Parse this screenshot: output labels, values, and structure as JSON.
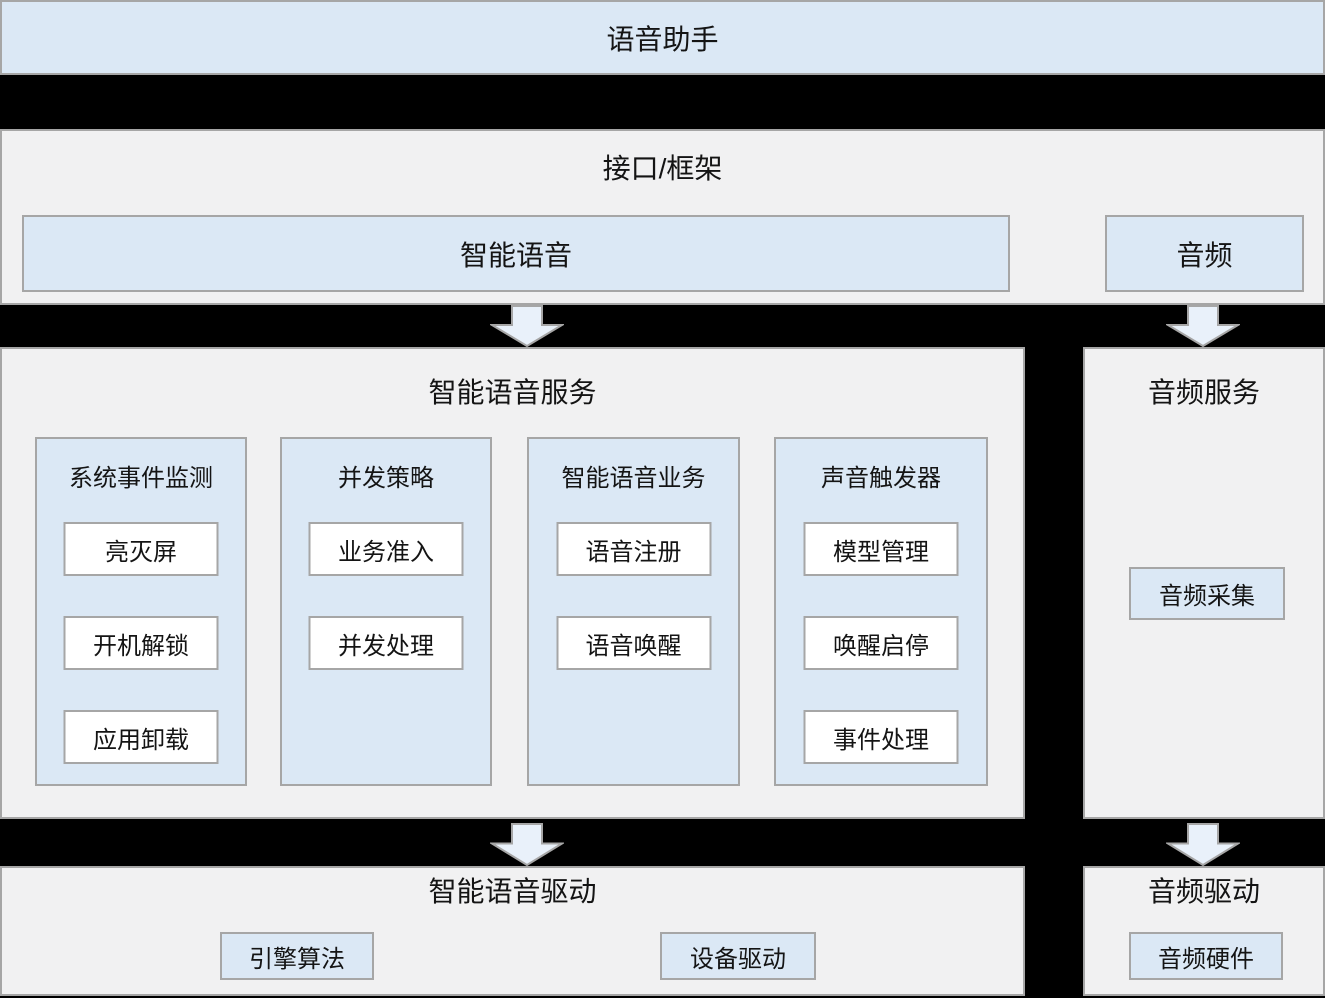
{
  "colors": {
    "box_blue": "#dbe8f5",
    "panel_gray": "#f1f1f2",
    "border_gray": "#a6a6a6",
    "arrow_fill": "#e9f1fa",
    "band_black": "#000000"
  },
  "top_bar": {
    "title": "语音助手"
  },
  "framework": {
    "title": "接口/框架",
    "voice_box": "智能语音",
    "audio_box": "音频"
  },
  "voice_service": {
    "title": "智能语音服务",
    "columns": [
      {
        "title": "系统事件监测",
        "items": [
          "亮灭屏",
          "开机解锁",
          "应用卸载"
        ]
      },
      {
        "title": "并发策略",
        "items": [
          "业务准入",
          "并发处理"
        ]
      },
      {
        "title": "智能语音业务",
        "items": [
          "语音注册",
          "语音唤醒"
        ]
      },
      {
        "title": "声音触发器",
        "items": [
          "模型管理",
          "唤醒启停",
          "事件处理"
        ]
      }
    ]
  },
  "audio_service": {
    "title": "音频服务",
    "box": "音频采集"
  },
  "voice_driver": {
    "title": "智能语音驱动",
    "boxes": [
      "引擎算法",
      "设备驱动"
    ]
  },
  "audio_driver": {
    "title": "音频驱动",
    "box": "音频硬件"
  }
}
